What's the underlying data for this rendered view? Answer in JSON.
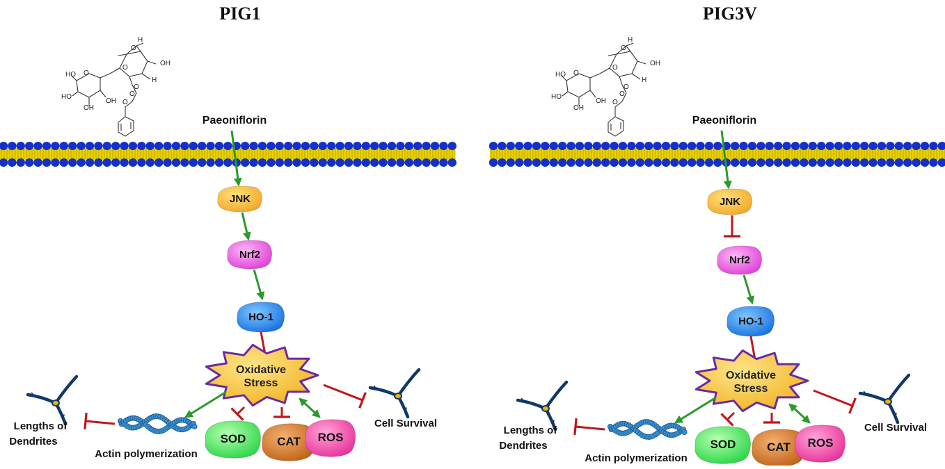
{
  "panels": [
    {
      "title": "PIG1",
      "compound": "Paeoniflorin",
      "molecule_labels": [
        "H",
        "O",
        "OH",
        "H",
        "O",
        "O",
        "HO",
        "O",
        "O",
        "HO",
        "OH",
        "OH",
        "O"
      ],
      "nodes": {
        "jnk": "JNK",
        "nrf2": "Nrf2",
        "ho1": "HO-1",
        "stress_line1": "Oxidative",
        "stress_line2": "Stress",
        "sod": "SOD",
        "cat": "CAT",
        "ros": "ROS"
      },
      "outcomes": {
        "dendrites_line1": "Lengths of",
        "dendrites_line2": "Dendrites",
        "actin": "Actin polymerization",
        "survival": "Cell Survival"
      },
      "edges": {
        "paeoniflorin_to_jnk": "activation",
        "jnk_to_nrf2": "activation",
        "nrf2_to_ho1": "activation",
        "ho1_to_stress": "inhibition"
      }
    },
    {
      "title": "PIG3V",
      "compound": "Paeoniflorin",
      "molecule_labels": [
        "H",
        "O",
        "OH",
        "H",
        "O",
        "O",
        "HO",
        "O",
        "O",
        "HO",
        "OH",
        "OH",
        "O"
      ],
      "nodes": {
        "jnk": "JNK",
        "nrf2": "Nrf2",
        "ho1": "HO-1",
        "stress_line1": "Oxidative",
        "stress_line2": "Stress",
        "sod": "SOD",
        "cat": "CAT",
        "ros": "ROS"
      },
      "outcomes": {
        "dendrites_line1": "Lengths of",
        "dendrites_line2": "Dendrites",
        "actin": "Actin polymerization",
        "survival": "Cell Survival"
      },
      "edges": {
        "paeoniflorin_to_jnk": "activation",
        "jnk_to_nrf2": "inhibition",
        "nrf2_to_ho1": "activation",
        "ho1_to_stress": "inhibition"
      }
    }
  ],
  "colors": {
    "activation": "#2a9a2a",
    "inhibition": "#c0161c",
    "membrane_head": "#1530c8",
    "membrane_tail": "#e8d200",
    "jnk": "#f4a72a",
    "nrf2": "#e040d8",
    "ho1": "#1a72e0",
    "stress": "#f0b424",
    "stress_border": "#6a2aa0",
    "sod": "#2ed64a",
    "cat": "#c0641a",
    "ros": "#e8329a",
    "actin": "#3a8fd0",
    "neuron": "#12386a"
  }
}
